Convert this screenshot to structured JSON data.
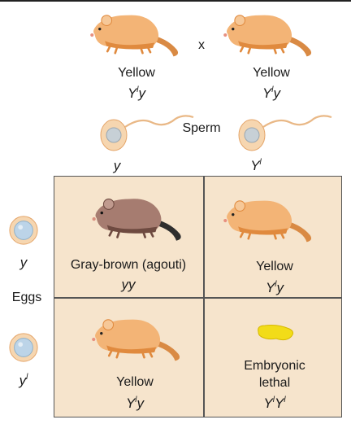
{
  "parents": {
    "left": {
      "phenotype": "Yellow",
      "allele1": "Y",
      "sup1": "l",
      "allele2": "y"
    },
    "cross_symbol": "x",
    "right": {
      "phenotype": "Yellow",
      "allele1": "Y",
      "sup1": "l",
      "allele2": "y"
    }
  },
  "sperm": {
    "label": "Sperm",
    "left": {
      "allele": "y",
      "sup": ""
    },
    "right": {
      "allele": "Y",
      "sup": "l"
    }
  },
  "eggs": {
    "label": "Eggs",
    "top": {
      "allele": "y",
      "sup": ""
    },
    "bottom": {
      "allele": "y",
      "sup": "l"
    }
  },
  "offspring": {
    "top_left": {
      "phenotype": "Gray-brown (agouti)",
      "genotype": "yy"
    },
    "top_right": {
      "phenotype": "Yellow",
      "g1": "Y",
      "s1": "l",
      "g2": "y"
    },
    "bottom_left": {
      "phenotype": "Yellow",
      "g1": "Y",
      "s1": "l",
      "g2": "y"
    },
    "bottom_right": {
      "phenotype_line1": "Embryonic",
      "phenotype_line2": "lethal",
      "g1": "Y",
      "s1": "l",
      "g2": "Y",
      "s2": "l"
    }
  },
  "colors": {
    "yellow_mouse": "#f3b476",
    "yellow_mouse_shade": "#e08a3e",
    "agouti_mouse": "#a67c70",
    "agouti_shade": "#6e4a40",
    "punnett_bg": "#f6e4cc",
    "egg": "#bcd4e8",
    "embryo": "#f2dc18"
  }
}
